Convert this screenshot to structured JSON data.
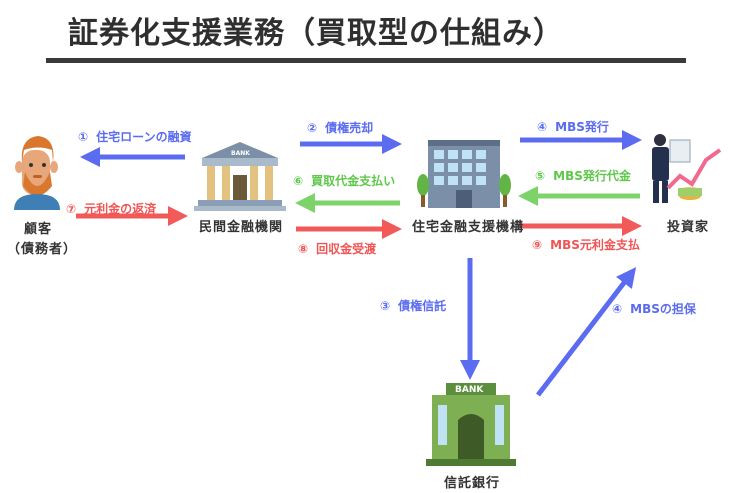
{
  "title": "証券化支援業務（買取型の仕組み）",
  "nodes": {
    "customer": "顧客",
    "customer_sub": "（債務者）",
    "private_bank": "民間金融機関",
    "jhf": "住宅金融支援機構",
    "investor": "投資家",
    "trust_bank": "信託銀行"
  },
  "bank_sign": "BANK",
  "bank_sign_small": "BANK",
  "flows": [
    {
      "num": "①",
      "label": "住宅ローンの融資",
      "color": "#5b6cf0"
    },
    {
      "num": "②",
      "label": "債権売却",
      "color": "#5b6cf0"
    },
    {
      "num": "③",
      "label": "債権信託",
      "color": "#5b6cf0"
    },
    {
      "num": "④",
      "label": "MBS発行",
      "color": "#5b6cf0"
    },
    {
      "num": "④",
      "label": "MBSの担保",
      "color": "#5b6cf0"
    },
    {
      "num": "⑤",
      "label": "MBS発行代金",
      "color": "#5fc84b"
    },
    {
      "num": "⑥",
      "label": "買取代金支払い",
      "color": "#5fc84b"
    },
    {
      "num": "⑦",
      "label": "元利金の返済",
      "color": "#f05555"
    },
    {
      "num": "⑧",
      "label": "回収金受渡",
      "color": "#f05555"
    },
    {
      "num": "⑨",
      "label": "MBS元利金支払",
      "color": "#f05555"
    }
  ]
}
